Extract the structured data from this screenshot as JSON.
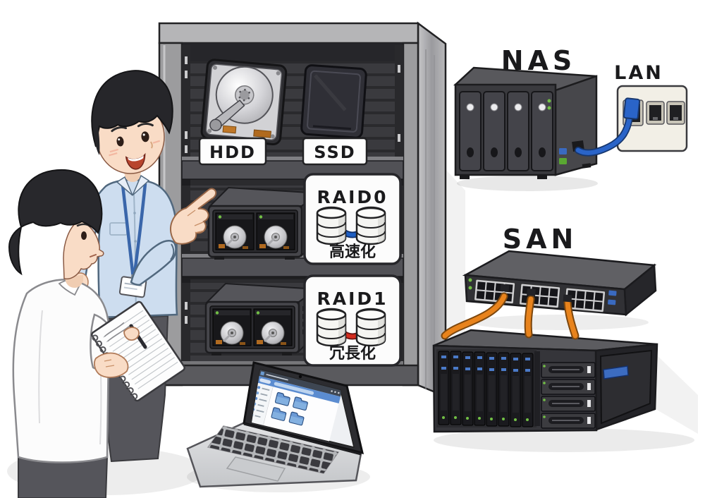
{
  "labels": {
    "nas": "NAS",
    "lan": "LAN",
    "san": "SAN",
    "hdd": "HDD",
    "ssd": "SSD"
  },
  "raid0": {
    "title": "RAID0",
    "caption": "高速化"
  },
  "raid1": {
    "title": "RAID1",
    "caption": "冗長化"
  },
  "colors": {
    "raid0_link": "#1e5ec2",
    "raid1_link": "#d42c1e",
    "lan_cable": "#2a64c8",
    "san_cable": "#e8831c",
    "led_green": "#72c045",
    "folder_blue": "#6b9ad6",
    "toolbar_blue": "#5b8cd0"
  }
}
